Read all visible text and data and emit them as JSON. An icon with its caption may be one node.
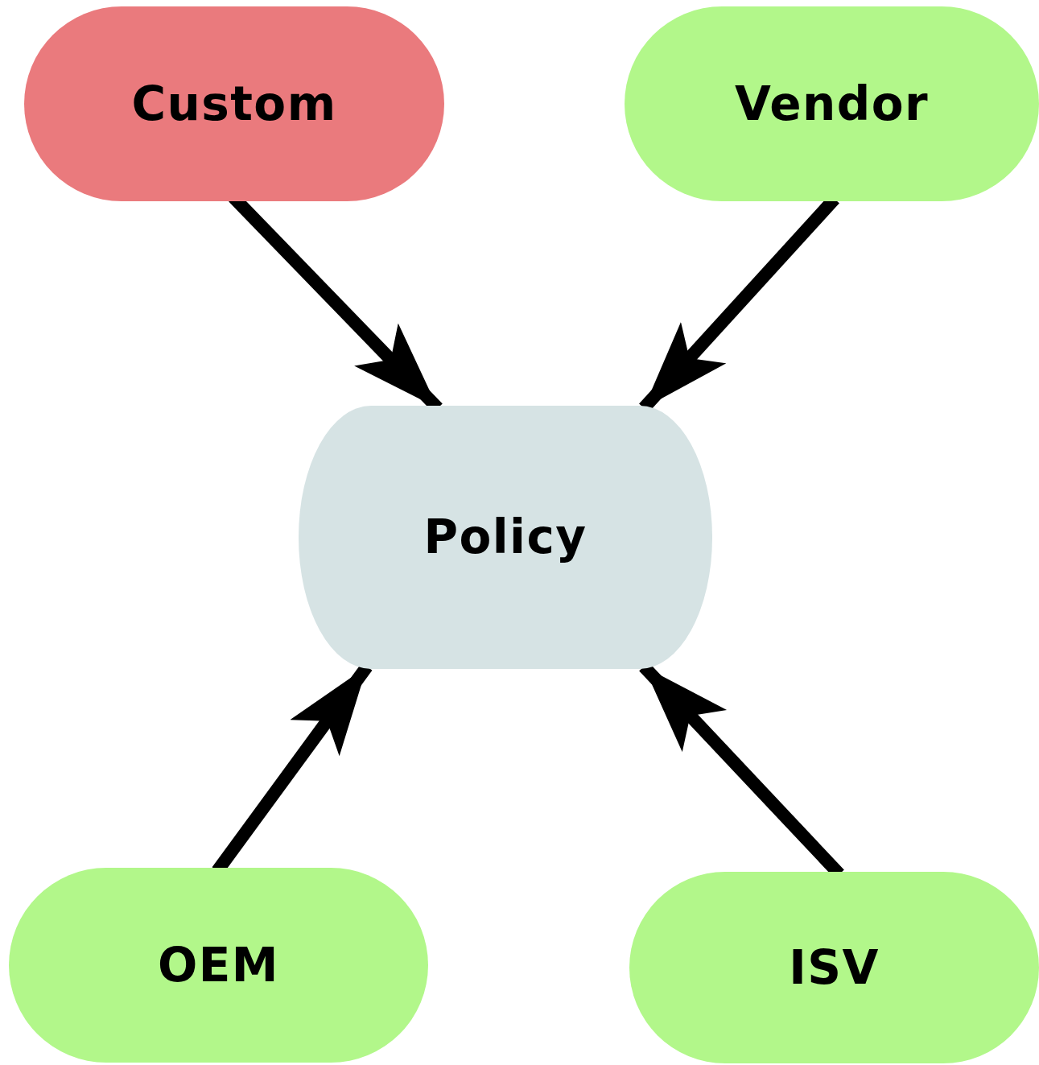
{
  "diagram": {
    "nodes": [
      {
        "text": [
          "Custom"
        ]
      },
      {
        "text": [
          "Vendor"
        ]
      },
      {
        "text": [
          "Policy"
        ]
      },
      {
        "text": [
          "OEM"
        ]
      },
      {
        "text": [
          "ISV"
        ]
      }
    ],
    "edges": [
      {
        "from": 0,
        "to": 2,
        "arrow": "to"
      },
      {
        "from": 1,
        "to": 2,
        "arrow": "to"
      },
      {
        "from": 3,
        "to": 2,
        "arrow": "to"
      },
      {
        "from": 4,
        "to": 2,
        "arrow": "to"
      }
    ]
  }
}
